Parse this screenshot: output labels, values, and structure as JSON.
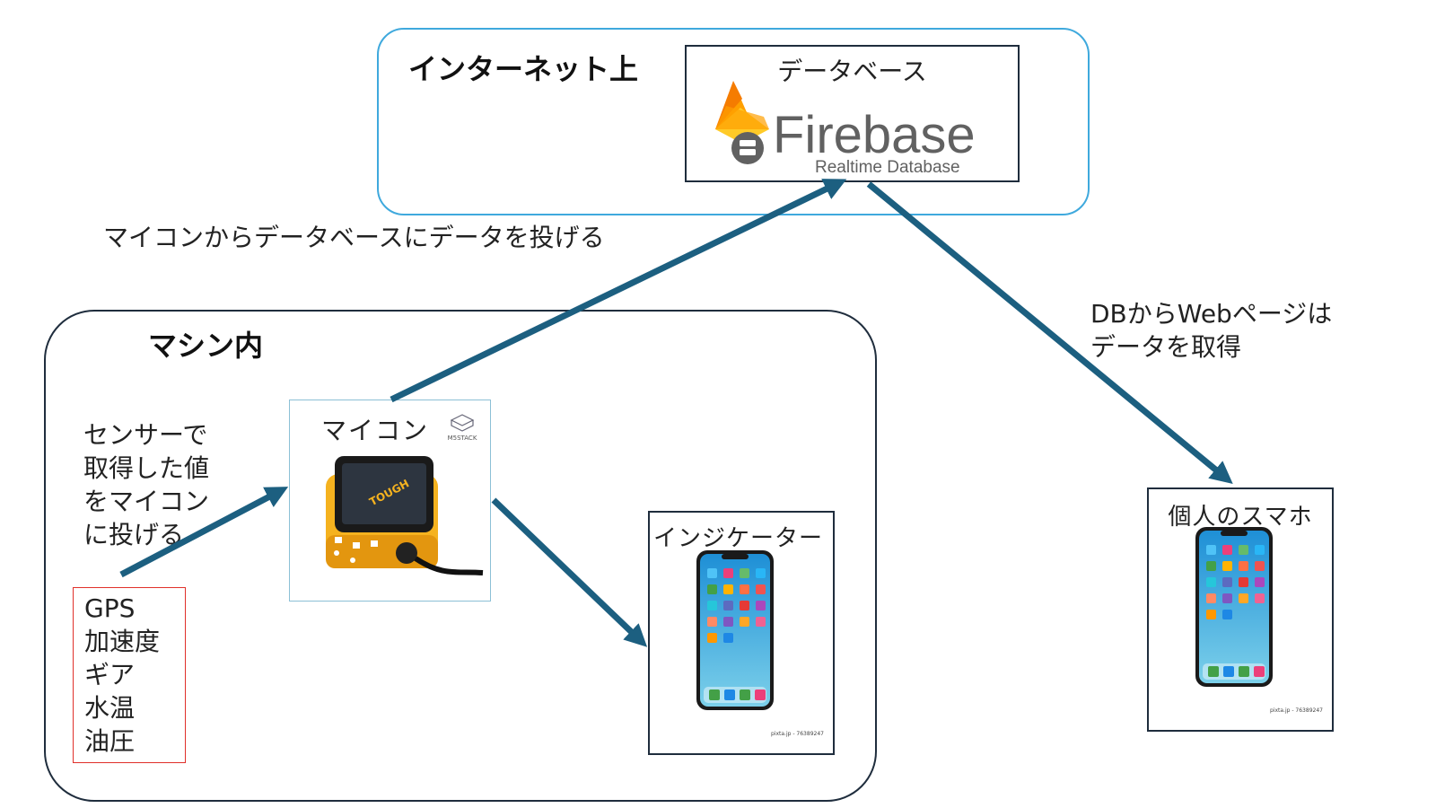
{
  "regions": {
    "internet": {
      "title": "インターネット上"
    },
    "machine": {
      "title": "マシン内"
    }
  },
  "database": {
    "label": "データベース",
    "logo_text": "Firebase",
    "logo_subtext": "Realtime Database"
  },
  "microcontroller": {
    "label": "マイコン",
    "brand": "M5STACK",
    "device_text": "TOUGH"
  },
  "indicator": {
    "label": "インジケーター",
    "credit": "pixta.jp - 76389247"
  },
  "smartphone": {
    "label": "個人のスマホ",
    "credit": "pixta.jp - 76389247"
  },
  "sensors": {
    "items": [
      "GPS",
      "加速度",
      "ギア",
      "水温",
      "油圧"
    ]
  },
  "notes": {
    "upload": "マイコンからデータベースにデータを投げる",
    "sensor_to_mcu": "センサーで取得した値をマイコンに投げる",
    "web_fetch_line1": "DBからWebページは",
    "web_fetch_line2": "データを取得"
  },
  "colors": {
    "arrow": "#1c5f80",
    "internet_border": "#3fa9dd",
    "machine_border": "#1f2d3d",
    "sensor_border": "#e0302a"
  }
}
